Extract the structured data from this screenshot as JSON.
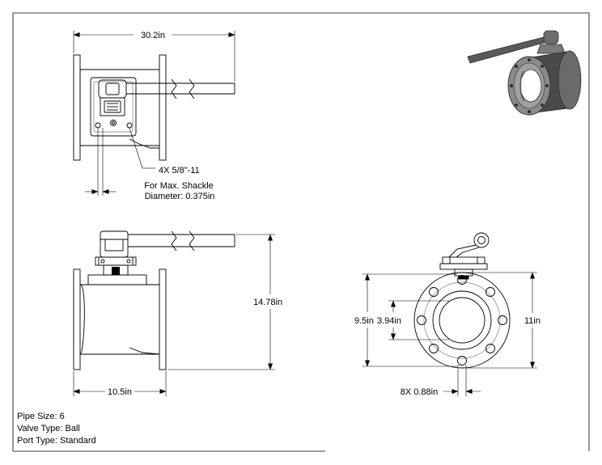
{
  "dimensions": {
    "overall_length": "30.2in",
    "face_to_face": "10.5in",
    "height": "14.78in",
    "bolt_circle": "9.5in",
    "bore": "3.94in",
    "flange_od": "11in",
    "bolt_holes": "8X 0.88in"
  },
  "notes": {
    "mount_holes": "4X 5/8\"-11",
    "shackle_line1": "For Max. Shackle",
    "shackle_line2": "Diameter: 0.375in"
  },
  "specs": {
    "pipe_size": "Pipe Size: 6",
    "valve_type": "Valve Type: Ball",
    "port_type": "Port Type: Standard"
  },
  "colors": {
    "line": "#000000",
    "hidden_line": "#9a9a9a",
    "iso_body": "#5a5a5a",
    "iso_dark": "#2e2e2e",
    "iso_light": "#a0a0a0"
  }
}
